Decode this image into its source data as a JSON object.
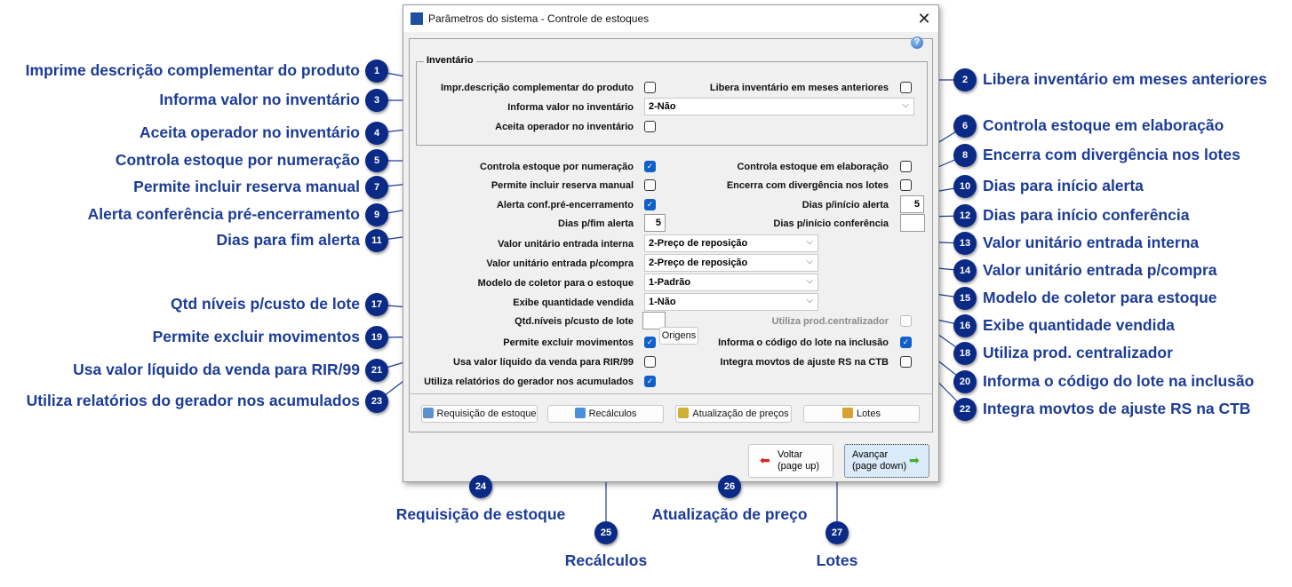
{
  "window": {
    "title": "Parâmetros do sistema - Controle de estoques",
    "close": "✕",
    "help": "?"
  },
  "inventory": {
    "group_label": "Inventário",
    "impr_desc": {
      "label": "Impr.descrição complementar do produto",
      "checked": false
    },
    "libera": {
      "label": "Libera inventário em meses anteriores",
      "checked": false
    },
    "informa_valor": {
      "label": "Informa valor no inventário",
      "value": "2-Não"
    },
    "aceita_operador": {
      "label": "Aceita operador no inventário",
      "checked": false
    }
  },
  "fields": {
    "controla_numeracao": {
      "label": "Controla estoque por numeração",
      "checked": true
    },
    "controla_elaboracao": {
      "label": "Controla estoque em elaboração",
      "checked": false
    },
    "reserva_manual": {
      "label": "Permite incluir reserva manual",
      "checked": false
    },
    "encerra_divergencia": {
      "label": "Encerra com divergência nos lotes",
      "checked": false
    },
    "alerta_conf": {
      "label": "Alerta conf.pré-encerramento",
      "checked": true
    },
    "dias_inicio_alerta": {
      "label": "Dias p/início alerta",
      "value": "5"
    },
    "dias_fim_alerta": {
      "label": "Dias p/fim alerta",
      "value": "5"
    },
    "dias_inicio_conf": {
      "label": "Dias p/início conferência",
      "value": ""
    },
    "vu_interna": {
      "label": "Valor unitário entrada interna",
      "value": "2-Preço de reposição"
    },
    "vu_compra": {
      "label": "Valor unitário entrada p/compra",
      "value": "2-Preço de reposição"
    },
    "modelo_coletor": {
      "label": "Modelo de coletor para o estoque",
      "value": "1-Padrão"
    },
    "exibe_qtd": {
      "label": "Exibe quantidade vendida",
      "value": "1-Não"
    },
    "qtd_niveis": {
      "label": "Qtd.níveis p/custo de lote",
      "value": ""
    },
    "utiliza_centralizador": {
      "label": "Utiliza prod.centralizador",
      "checked": false
    },
    "excluir_mov": {
      "label": "Permite excluir movimentos",
      "checked": true,
      "button": "Origens"
    },
    "informa_lote": {
      "label": "Informa o código do lote na inclusão",
      "checked": true
    },
    "valor_liquido": {
      "label": "Usa valor líquido da venda para RIR/99",
      "checked": false
    },
    "integra_movtos": {
      "label": "Integra movtos de ajuste RS na CTB",
      "checked": false
    },
    "utiliza_relatorios": {
      "label": "Utiliza relatórios do gerador nos acumulados",
      "checked": true
    }
  },
  "buttons": {
    "requisicao": "Requisição de estoque",
    "recalculos": "Recálculos",
    "atualizacao": "Atualização de preços",
    "lotes": "Lotes",
    "voltar": [
      "Voltar",
      "(page up)"
    ],
    "avancar": [
      "Avançar",
      "(page down)"
    ]
  },
  "callouts": [
    {
      "n": "1",
      "text": "Imprime descrição complementar do produto"
    },
    {
      "n": "2",
      "text": "Libera inventário em meses anteriores"
    },
    {
      "n": "3",
      "text": "Informa valor no inventário"
    },
    {
      "n": "4",
      "text": "Aceita operador no inventário"
    },
    {
      "n": "5",
      "text": "Controla estoque por numeração"
    },
    {
      "n": "6",
      "text": "Controla estoque em elaboração"
    },
    {
      "n": "7",
      "text": "Permite incluir reserva manual"
    },
    {
      "n": "8",
      "text": "Encerra com divergência nos lotes"
    },
    {
      "n": "9",
      "text": "Alerta conferência pré-encerramento"
    },
    {
      "n": "10",
      "text": "Dias para início alerta"
    },
    {
      "n": "11",
      "text": "Dias para fim alerta"
    },
    {
      "n": "12",
      "text": "Dias para início conferência"
    },
    {
      "n": "13",
      "text": "Valor unitário entrada interna"
    },
    {
      "n": "14",
      "text": "Valor unitário entrada p/compra"
    },
    {
      "n": "15",
      "text": "Modelo de coletor para estoque"
    },
    {
      "n": "16",
      "text": "Exibe quantidade vendida"
    },
    {
      "n": "17",
      "text": "Qtd níveis p/custo de lote"
    },
    {
      "n": "18",
      "text": "Utiliza prod. centralizador"
    },
    {
      "n": "19",
      "text": "Permite excluir movimentos"
    },
    {
      "n": "20",
      "text": "Informa o código do lote na inclusão"
    },
    {
      "n": "21",
      "text": "Usa valor líquido da venda para RIR/99"
    },
    {
      "n": "22",
      "text": "Integra movtos de ajuste RS na CTB"
    },
    {
      "n": "23",
      "text": "Utiliza relatórios do gerador nos acumulados"
    },
    {
      "n": "24",
      "text": "Requisição de estoque"
    },
    {
      "n": "25",
      "text": "Recálculos"
    },
    {
      "n": "26",
      "text": "Atualização de preço"
    },
    {
      "n": "27",
      "text": "Lotes"
    }
  ]
}
